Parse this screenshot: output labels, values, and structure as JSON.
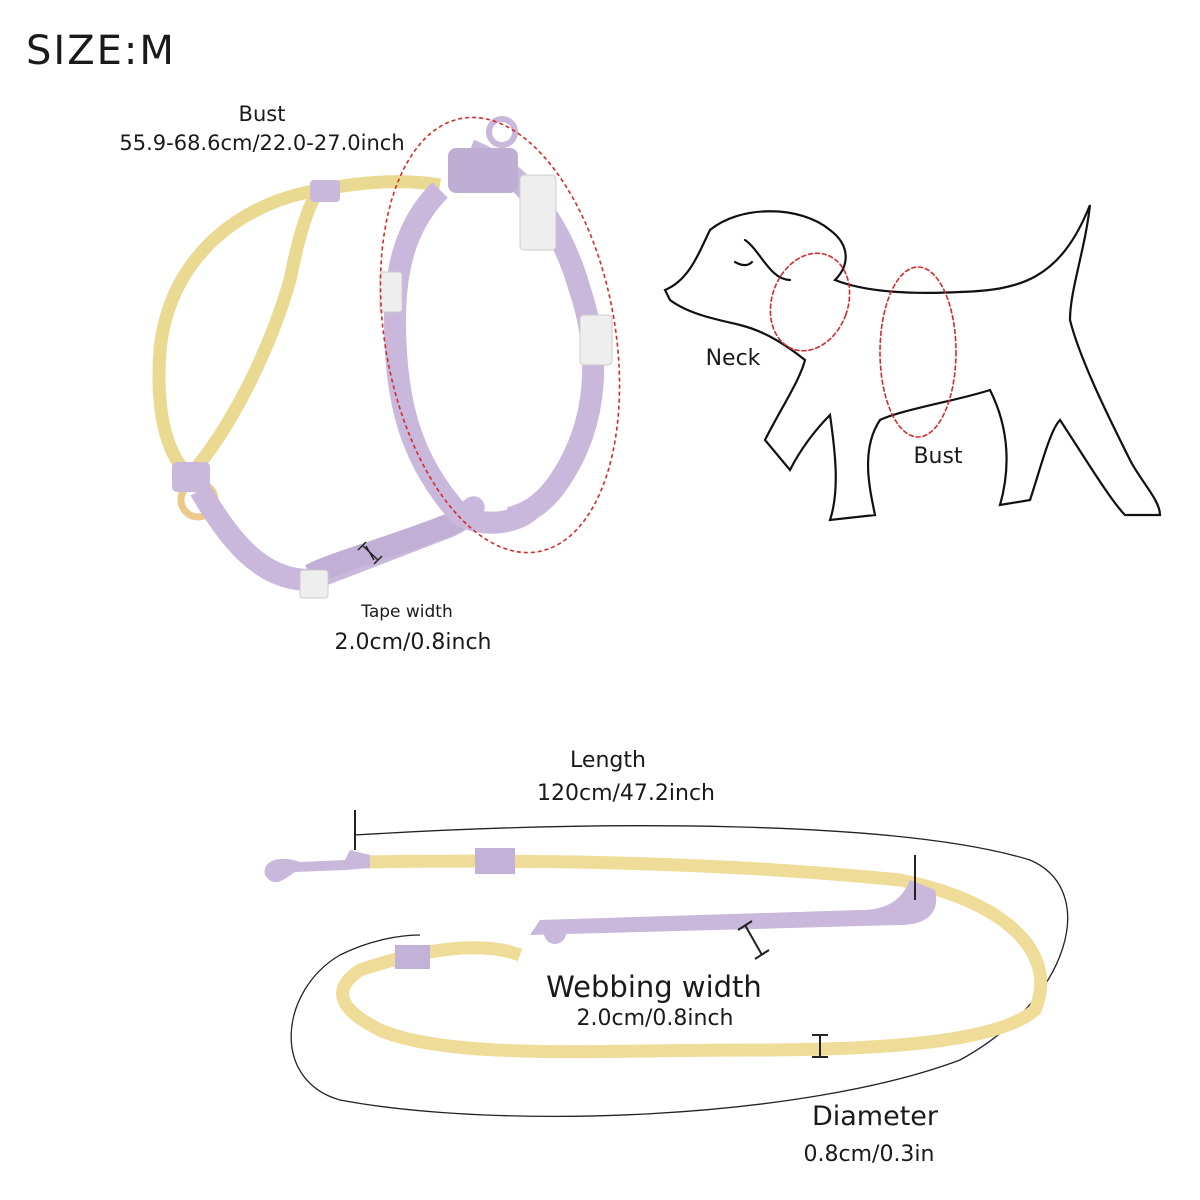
{
  "size_label": "SIZE:M",
  "harness": {
    "bust_label": "Bust",
    "bust_value": "55.9-68.6cm/22.0-27.0inch",
    "tape_label": "Tape width",
    "tape_value": "2.0cm/0.8inch"
  },
  "dog": {
    "neck_label": "Neck",
    "bust_label": "Bust"
  },
  "leash": {
    "length_label": "Length",
    "length_value": "120cm/47.2inch",
    "webbing_label": "Webbing width",
    "webbing_value": "2.0cm/0.8inch",
    "diameter_label": "Diameter",
    "diameter_value": "0.8cm/0.3in"
  },
  "colors": {
    "lavender": "#c9b8dc",
    "rope_yellow": "#eedc98",
    "marker_red": "#d42a2a"
  }
}
